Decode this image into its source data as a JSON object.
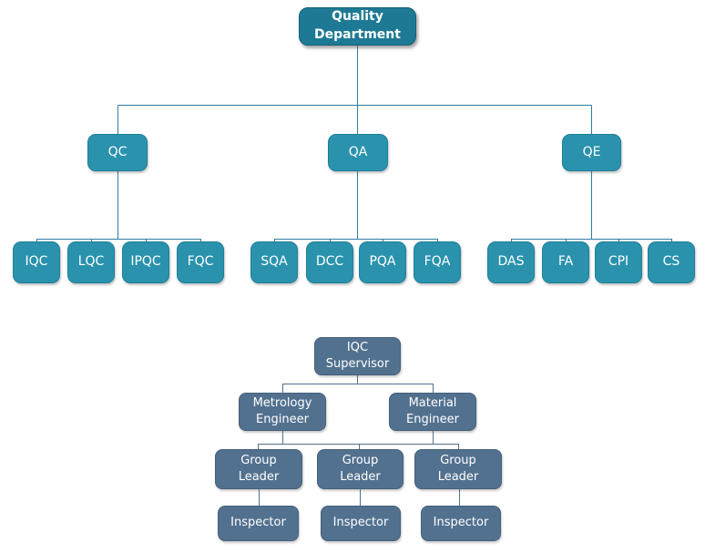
{
  "colors": {
    "background": "#ffffff",
    "root_box_fill": "#1e7a94",
    "teal_box_fill": "#2a92ad",
    "teal_connector": "#2e7da0",
    "slate_box_fill": "#52718f",
    "slate_connector": "#54708e",
    "box_text": "#ffffff"
  },
  "charts": {
    "quality_department": {
      "root": "Quality Department",
      "branches": [
        {
          "label": "QC",
          "children": [
            "IQC",
            "LQC",
            "IPQC",
            "FQC"
          ]
        },
        {
          "label": "QA",
          "children": [
            "SQA",
            "DCC",
            "PQA",
            "FQA"
          ]
        },
        {
          "label": "QE",
          "children": [
            "DAS",
            "FA",
            "CPI",
            "CS"
          ]
        }
      ]
    },
    "iqc_team": {
      "root": "IQC Supervisor",
      "engineers": [
        "Metrology Engineer",
        "Material Engineer"
      ],
      "group_leaders": [
        "Group Leader",
        "Group Leader",
        "Group Leader"
      ],
      "inspectors": [
        "Inspector",
        "Inspector",
        "Inspector"
      ]
    }
  }
}
